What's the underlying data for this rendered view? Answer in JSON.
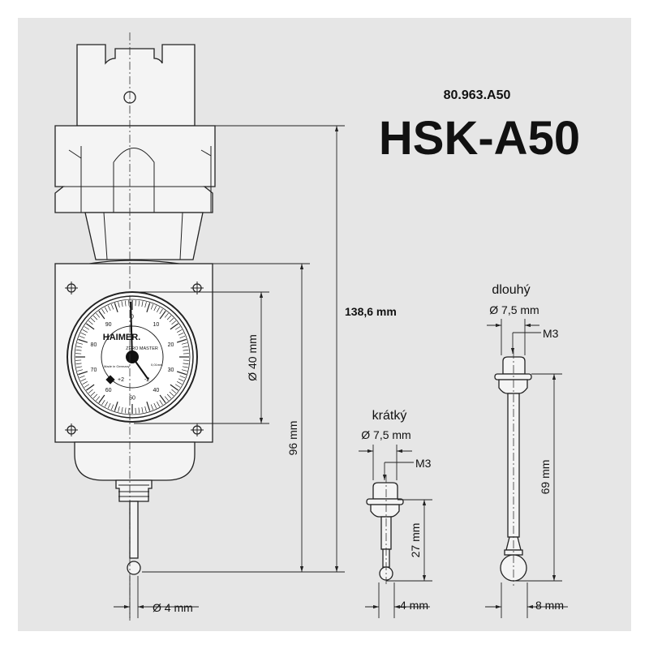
{
  "title": {
    "part_number": "80.963.A50",
    "model": "HSK-A50"
  },
  "dimensions": {
    "total_length": "138,6 mm",
    "body_length": "96 mm",
    "dial_diameter": "Ø 40 mm",
    "tip_diameter": "Ø 4 mm"
  },
  "dial": {
    "brand": "HAIMER.",
    "product": "ZERO MASTER",
    "made_in": "Made in Germany",
    "resolution": "0,01mm",
    "scale": [
      "0",
      "10",
      "20",
      "30",
      "40",
      "50",
      "60",
      "70",
      "80",
      "90"
    ],
    "plus": "+2",
    "minus": "-2"
  },
  "stylus_short": {
    "label": "krátký",
    "diameter": "Ø 7,5 mm",
    "thread": "M3",
    "length": "27 mm",
    "ball": "4 mm"
  },
  "stylus_long": {
    "label": "dlouhý",
    "diameter": "Ø 7,5 mm",
    "thread": "M3",
    "length": "69 mm",
    "ball": "8 mm"
  },
  "colors": {
    "background": "#e6e6e6",
    "line": "#222222"
  }
}
